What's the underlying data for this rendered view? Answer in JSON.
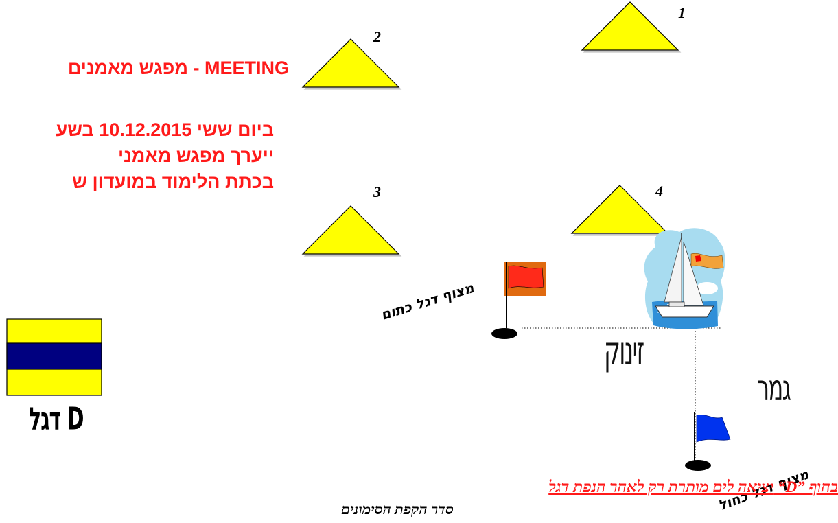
{
  "header": {
    "title": "מפגש מאמנים - MEETING"
  },
  "announcement": {
    "line1": "ביום ששי 10.12.2015 בשע",
    "line2": "ייערך מפגש מאמני",
    "line3": "בכתת הלימוד במועדון ש"
  },
  "buoys": [
    {
      "number": "1"
    },
    {
      "number": "2"
    },
    {
      "number": "3"
    },
    {
      "number": "4"
    }
  ],
  "flag_d": {
    "label": "דגל D",
    "colors": {
      "outer": "#ffff00",
      "middle": "#000080",
      "border": "#000000"
    }
  },
  "labels": {
    "orange_mark": "מצוף דגל כתום",
    "blue_mark": "מצוף דגל כחול",
    "start": "זינוק",
    "finish": "גמר"
  },
  "bottom": {
    "rule_text": "יציאה לים מותרת רק לאחר הנפת דגל  “D”  בחוף",
    "course_order": "סדר הקפת הסימונים"
  },
  "colors": {
    "buoy_fill": "#ffff00",
    "orange_flag_bg": "#e06a10",
    "red_flag": "#ff2a1a",
    "blue_flag": "#0033ee",
    "title_red": "#ff1a1a"
  }
}
